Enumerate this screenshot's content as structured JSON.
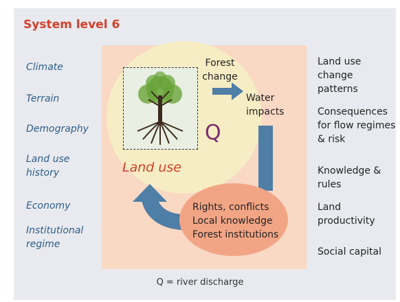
{
  "title": "System level 6",
  "left_items": [
    "Climate",
    "Terrain",
    "Demography",
    "Land use history",
    "Economy",
    "Institutional regime"
  ],
  "right_items": [
    "Land use change patterns",
    "Consequences for flow regimes & risk",
    "Knowledge & rules",
    "Land productivity",
    "Social capital"
  ],
  "center": {
    "forest_change": "Forest change",
    "water_impacts": "Water impacts",
    "q_symbol": "Q",
    "land_use": "Land use",
    "institutions": [
      "Rights, conflicts",
      "Local knowledge",
      "Forest institutions"
    ]
  },
  "caption": "Q = river discharge",
  "colors": {
    "title": "#d4402b",
    "left_items": "#2f5d8a",
    "arrow": "#4f7ea6",
    "q": "#7a2a6a"
  },
  "icons": {
    "tree": "tree-icon"
  }
}
